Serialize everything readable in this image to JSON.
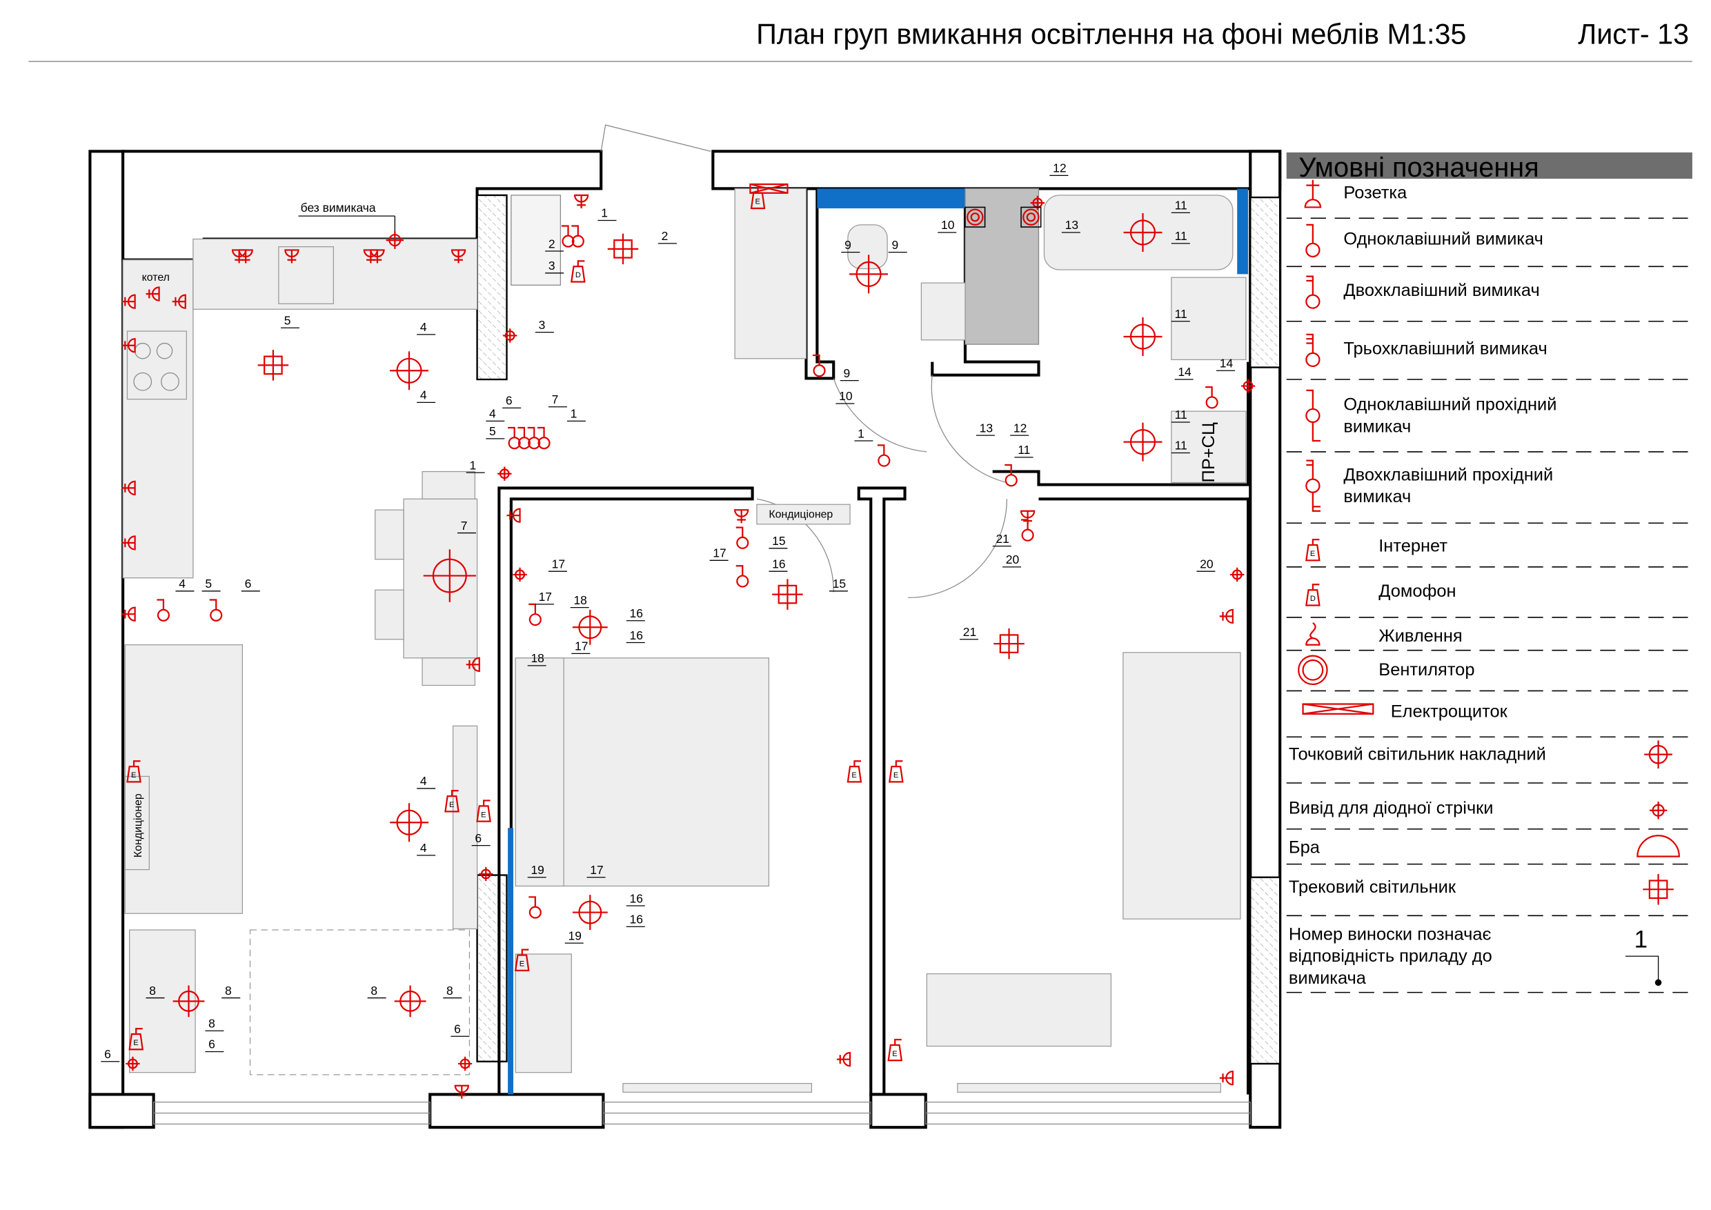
{
  "header": {
    "title": "План груп вмикання освітлення на фоні меблів М1:35",
    "sheet": "Лист- 13"
  },
  "legend": {
    "title": "Умовні позначення",
    "items": [
      {
        "icon": "socket-icon",
        "label": "Розетка"
      },
      {
        "icon": "single-switch-icon",
        "label": "Одноклавішний вимикач"
      },
      {
        "icon": "double-switch-icon",
        "label": "Двохклавішний вимикач"
      },
      {
        "icon": "triple-switch-icon",
        "label": "Трьохклавішний вимикач"
      },
      {
        "icon": "single-pass-switch-icon",
        "label": "Одноклавішний прохідний",
        "label2": "вимикач"
      },
      {
        "icon": "double-pass-switch-icon",
        "label": "Двохклавішний прохідний",
        "label2": "вимикач"
      },
      {
        "icon": "internet-socket-icon",
        "label": "Інтернет",
        "glyph": "E"
      },
      {
        "icon": "intercom-icon",
        "label": "Домофон",
        "glyph": "D"
      },
      {
        "icon": "power-supply-icon",
        "label": "Живлення"
      },
      {
        "icon": "fan-icon",
        "label": "Вентилятор"
      },
      {
        "icon": "electrical-panel-icon",
        "label": "Електрощиток"
      },
      {
        "icon": "spotlight-icon",
        "label": "Точковий світильник накладний"
      },
      {
        "icon": "led-strip-outlet-icon",
        "label": "Вивід для діодної стрічки"
      },
      {
        "icon": "wall-lamp-icon",
        "label": "Бра"
      },
      {
        "icon": "track-light-icon",
        "label": "Трековий світильник"
      },
      {
        "icon": "callout-icon",
        "label": "Номер виноски позначає",
        "label2": "відповідність приладу до",
        "label3": "вимикача",
        "glyph": "1"
      }
    ]
  },
  "plan": {
    "no_switch_label": "без вимикача",
    "boiler_label": "котел",
    "ac_label_living": "Кондиціонер",
    "ac_label_bedroom": "Кондиціонер",
    "wardrobe_label": "ПР+СЦ",
    "callouts": [
      "1",
      "2",
      "3",
      "2",
      "3",
      "5",
      "4",
      "4",
      "6",
      "7",
      "4",
      "1",
      "5",
      "1",
      "7",
      "4",
      "5",
      "6",
      "4",
      "4",
      "6",
      "8",
      "8",
      "8",
      "6",
      "8",
      "8",
      "6",
      "6",
      "17",
      "17",
      "15",
      "16",
      "15",
      "17",
      "18",
      "16",
      "16",
      "17",
      "18",
      "19",
      "17",
      "16",
      "16",
      "19",
      "9",
      "9",
      "10",
      "12",
      "13",
      "11",
      "11",
      "11",
      "14",
      "14",
      "11",
      "11",
      "9",
      "10",
      "1",
      "13",
      "12",
      "11",
      "21",
      "20",
      "20",
      "21"
    ]
  },
  "colors": {
    "symbol": "#e00000",
    "accent_blue": "#1070c8",
    "legend_header": "#6e6e6e",
    "kitchen_grey": "#c8c8c8"
  }
}
